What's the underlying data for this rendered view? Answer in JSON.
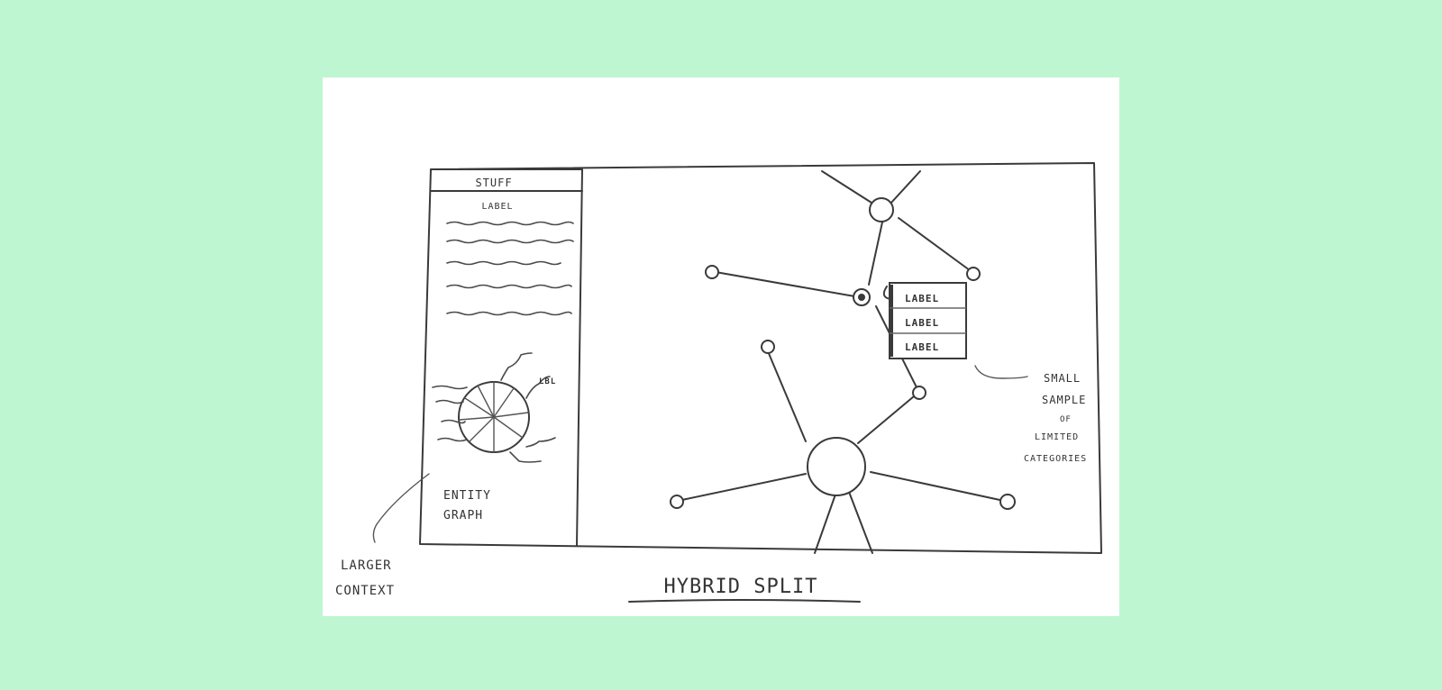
{
  "sidebar": {
    "header": "STUFF",
    "label": "LABEL",
    "pie_tag": "LBL",
    "entity_graph_line1": "ENTITY",
    "entity_graph_line2": "GRAPH"
  },
  "popup": {
    "items": [
      "LABEL",
      "LABEL",
      "LABEL"
    ]
  },
  "annotations": {
    "larger_context_line1": "LARGER",
    "larger_context_line2": "CONTEXT",
    "small_sample_line1": "SMALL",
    "small_sample_line2": "SAMPLE",
    "small_sample_line3": "OF",
    "small_sample_line4": "LIMITED",
    "small_sample_line5": "CATEGORIES"
  },
  "title": "HYBRID SPLIT"
}
